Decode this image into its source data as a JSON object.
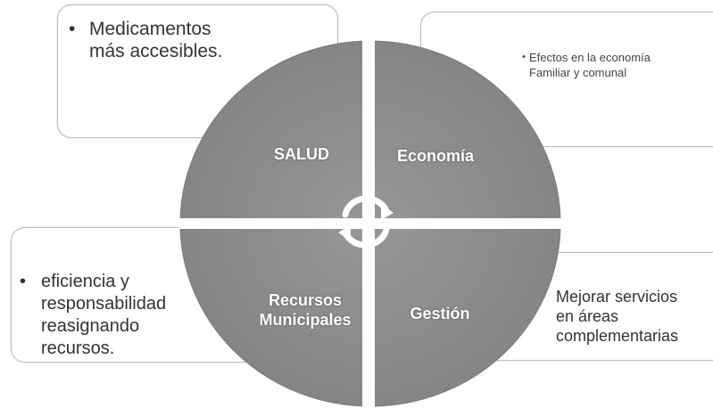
{
  "quadrants": {
    "salud": "SALUD",
    "economia": "Economía",
    "recursos_line1": "Recursos",
    "recursos_line2": "Municipales",
    "gestion": "Gestión"
  },
  "notes": {
    "top_left": [
      "Medicamentos",
      "más accesibles."
    ],
    "top_right": [
      "Efectos en la economía",
      "Familiar y comunal"
    ],
    "bottom_left": [
      "eficiencia y",
      "responsabilidad",
      "reasignando",
      "recursos."
    ],
    "bottom_right": [
      "Mejorar servicios",
      "en áreas",
      "complementarias"
    ]
  },
  "colors": {
    "quadrant_fill": "#8a8a8a",
    "divider": "#ffffff",
    "label_text": "#ffffff",
    "box_border": "#bdbdbd"
  },
  "icons": {
    "center": "circular-arrows-icon"
  }
}
